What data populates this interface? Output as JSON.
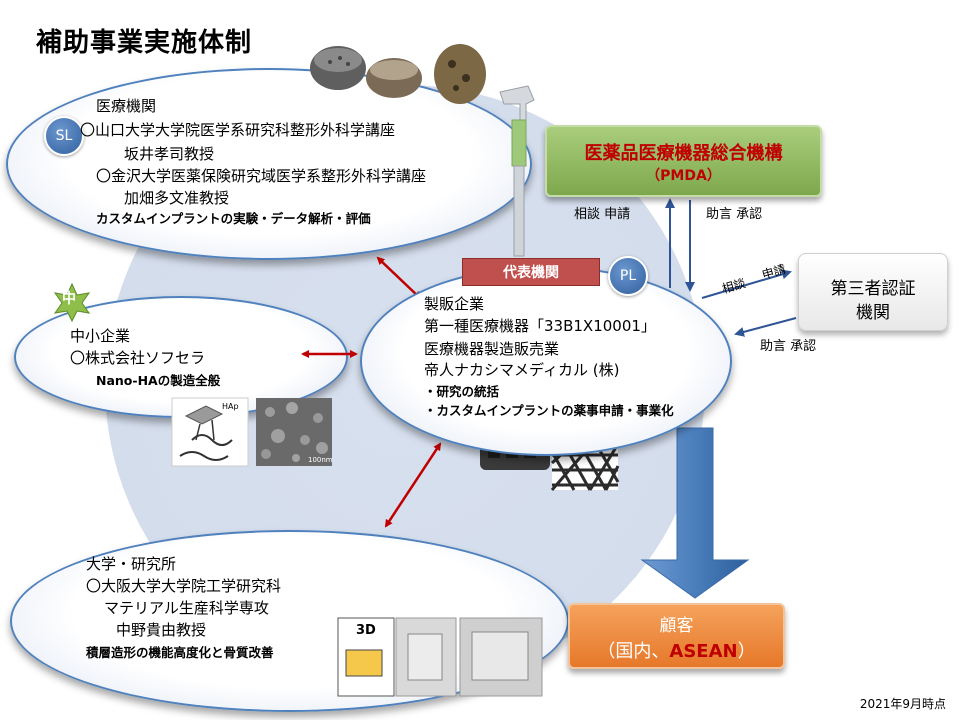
{
  "title": "補助事業実施体制",
  "top_box": {
    "badge": "SL",
    "lines": [
      "医療機関",
      "〇山口大学大学院医学系研究科整形外科学講座",
      "坂井孝司教授",
      "〇金沢大学医薬保険研究域医学系整形外科学講座",
      "加畑多文准教授",
      "カスタムインプラントの実験・データ解析・評価"
    ]
  },
  "left_box": {
    "badge": "中",
    "lines": [
      "中小企業",
      "〇株式会社ソフセラ",
      "Nano-HAの製造全般"
    ]
  },
  "center_box": {
    "tag": "代表機関",
    "badge": "PL",
    "lines": [
      "製販企業",
      "第一種医療機器「33B1X10001」",
      "医療機器製造販売業",
      "帝人ナカシマメディカル (株)",
      "・研究の統括",
      "・カスタムインプラントの薬事申請・事業化"
    ]
  },
  "bottom_box": {
    "lines": [
      "大学・研究所",
      "〇大阪大学大学院工学研究科",
      "マテリアル生産科学専攻",
      "中野貴由教授",
      "積層造形の機能高度化と骨質改善"
    ]
  },
  "pmda": {
    "name": "医薬品医療機器総合機構",
    "abbr": "（PMDA）"
  },
  "pmda_links": {
    "up": "相談 申請",
    "down": "助言 承認"
  },
  "third_party": {
    "line1": "第三者認証",
    "line2": "機関"
  },
  "third_links": {
    "consult": "相談",
    "apply": "申請",
    "down": "助言 承認"
  },
  "customer": {
    "line1": "顧客",
    "prefix": "（国内、",
    "highlight": "ASEAN",
    "suffix": "）"
  },
  "photo_labels": {
    "hap": "HAp",
    "scale": "100nm",
    "printer": "3D"
  },
  "date": "2021年9月時点",
  "colors": {
    "ellipse_border": "#4f81bd",
    "arrow_red": "#c00000",
    "big_arrow": "#4a7ebb",
    "pmda_green": "#8db45a",
    "customer_orange": "#e98a3a",
    "rep_red": "#c0504d"
  }
}
